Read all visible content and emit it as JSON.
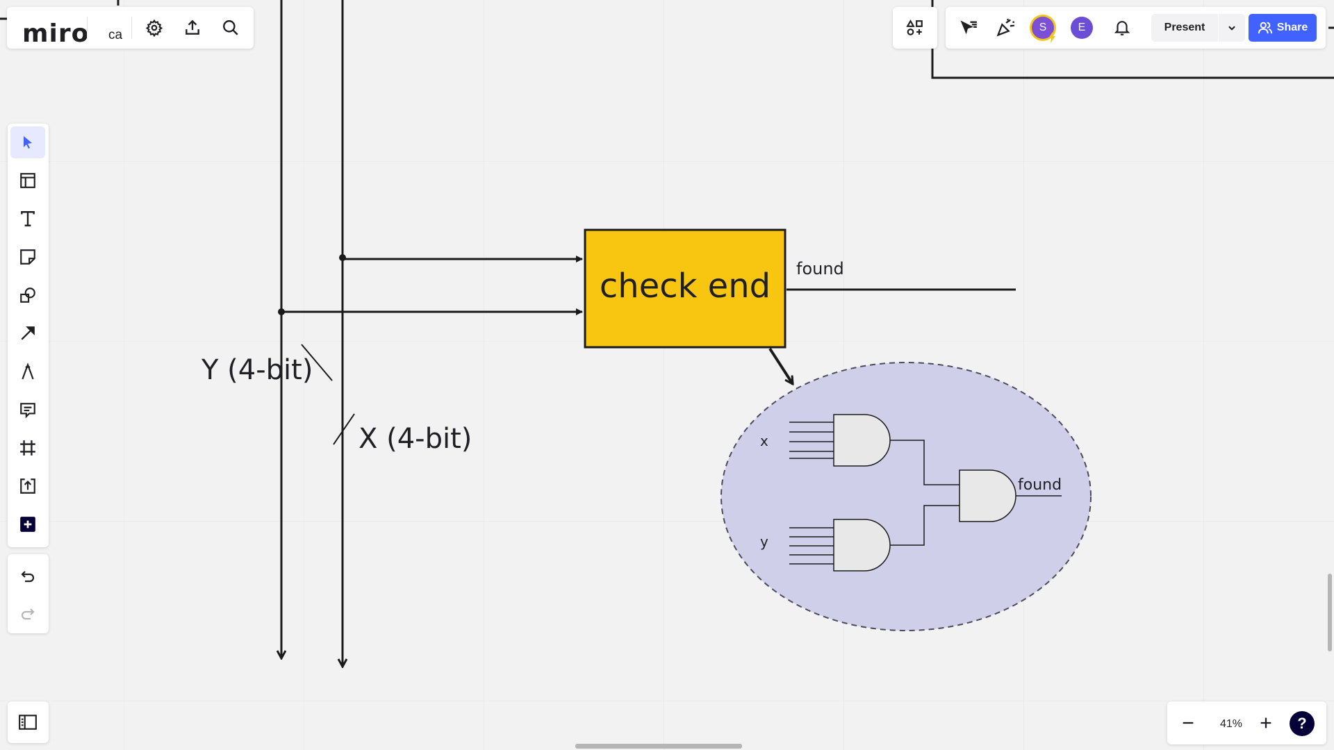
{
  "app": {
    "logo": "miro",
    "board_name": "ca"
  },
  "top_left_toolbar": {
    "icons": [
      "settings-icon",
      "export-icon",
      "search-icon"
    ]
  },
  "top_right_toolbar": {
    "present_label": "Present",
    "share_label": "Share",
    "collaborators": [
      {
        "initial": "S",
        "color": "#7b4fd6",
        "ring": "#f5c518"
      },
      {
        "initial": "E",
        "color": "#6a4fd6"
      }
    ]
  },
  "left_toolbar": {
    "tools": [
      {
        "name": "select-tool",
        "icon": "cursor-icon",
        "active": true
      },
      {
        "name": "templates-tool",
        "icon": "templates-icon"
      },
      {
        "name": "text-tool",
        "icon": "text-icon"
      },
      {
        "name": "sticky-note-tool",
        "icon": "sticky-note-icon"
      },
      {
        "name": "shapes-tool",
        "icon": "shapes-icon"
      },
      {
        "name": "connection-line-tool",
        "icon": "arrow-icon"
      },
      {
        "name": "pen-tool",
        "icon": "pen-icon"
      },
      {
        "name": "comment-tool",
        "icon": "comment-icon"
      },
      {
        "name": "frame-tool",
        "icon": "frame-icon"
      },
      {
        "name": "upload-tool",
        "icon": "upload-icon"
      },
      {
        "name": "more-apps-tool",
        "icon": "plus-square-icon"
      }
    ],
    "history": [
      "undo-icon",
      "redo-icon"
    ]
  },
  "zoom": {
    "level": "41%"
  },
  "board": {
    "check_end_label": "check end",
    "found_label": "found",
    "y_label": "Y (4-bit)",
    "x_label": "X (4-bit)",
    "circuit": {
      "x_label": "x",
      "y_label": "y",
      "output_label": "found"
    },
    "colors": {
      "check_end_fill": "#f8c611",
      "ellipse_fill": "#cfcfea",
      "gate_fill": "#e8e8e8",
      "accent": "#4262ff"
    }
  }
}
